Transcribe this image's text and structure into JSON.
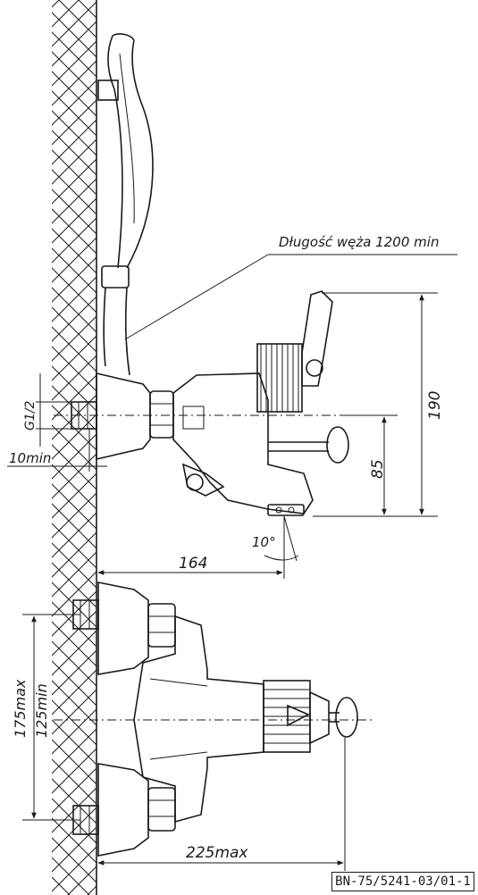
{
  "labels": {
    "hose_length": "Długość węża 1200 min",
    "thread": "G1/2",
    "clearance": "10min",
    "height_190": "190",
    "height_85": "85",
    "angle": "10°",
    "depth_164": "164",
    "spacing_max": "175max",
    "spacing_min": "125min",
    "width_225": "225max"
  },
  "drawing_code": "BN-75/5241-03/01-1"
}
